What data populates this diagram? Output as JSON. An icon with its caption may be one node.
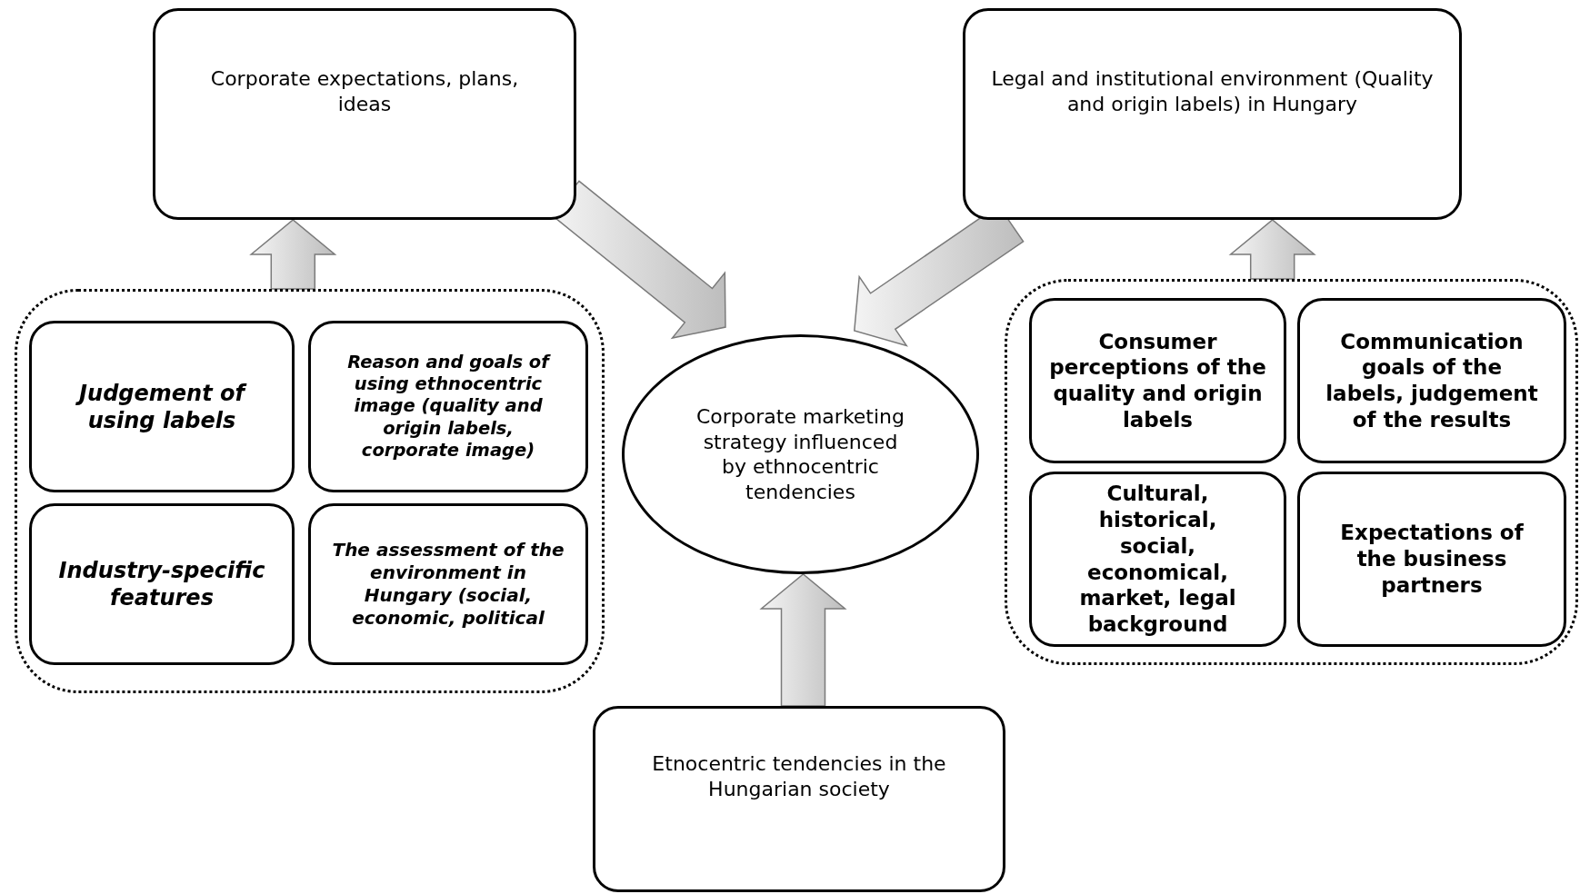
{
  "diagram": {
    "nodes": [
      {
        "text": [
          "Corporate expectations, plans, ideas"
        ]
      },
      {
        "text": [
          "Legal and institutional environment (Quality and origin labels) in Hungary"
        ]
      },
      {
        "text": [],
        "shape": "box"
      },
      {
        "text": [
          "Judgement of using labels"
        ],
        "in": 2
      },
      {
        "text": [
          "Reason and goals of using ethnocentric image (quality and origin labels, corporate image)"
        ],
        "in": 2
      },
      {
        "text": [
          "Industry-specific features"
        ],
        "in": 2
      },
      {
        "text": [
          "The assessment of the environment in Hungary (social, economic, political"
        ],
        "in": 2
      },
      {
        "text": [
          "Corporate marketing strategy influenced by ethnocentric tendencies"
        ]
      },
      {
        "text": [],
        "shape": "box"
      },
      {
        "text": [
          "Consumer perceptions of the quality and origin labels"
        ],
        "in": 8
      },
      {
        "text": [
          "Communication goals of the labels, judgement of the results"
        ],
        "in": 8
      },
      {
        "text": [
          "Cultural, historical, social, economical, market, legal background"
        ],
        "in": 8
      },
      {
        "text": [
          "Expectations of the business partners"
        ],
        "in": 8
      },
      {
        "text": [
          "Etnocentric tendencies in the Hungarian society"
        ]
      }
    ],
    "edges": [
      {
        "from": 2,
        "to": 0,
        "arrow": "to"
      },
      {
        "from": 8,
        "to": 1,
        "arrow": "to"
      },
      {
        "from": 0,
        "to": 7,
        "arrow": "to"
      },
      {
        "from": 1,
        "to": 7,
        "arrow": "to"
      },
      {
        "from": 13,
        "to": 7,
        "arrow": "to"
      }
    ]
  }
}
